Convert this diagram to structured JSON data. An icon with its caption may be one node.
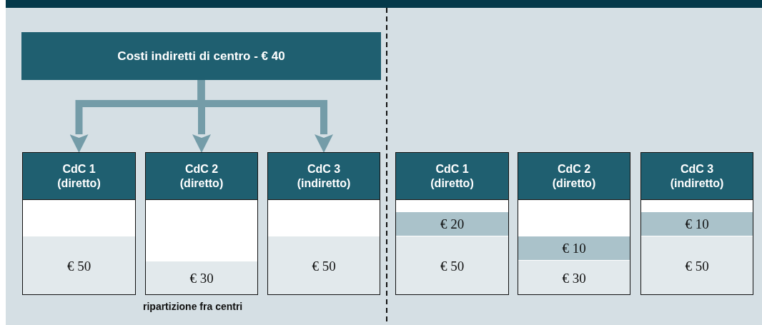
{
  "diagram": {
    "nodes": [
      {
        "text": [
          "Costi indiretti di centro - € 40"
        ]
      },
      {
        "text": [
          "CdC 1 (diretto)"
        ]
      },
      {
        "text": [
          "€ 50"
        ],
        "in": 1
      },
      {
        "text": [
          "CdC 2 (diretto)"
        ]
      },
      {
        "text": [
          "€ 30"
        ],
        "in": 3
      },
      {
        "text": [
          "CdC 3 (indiretto)"
        ]
      },
      {
        "text": [
          "€ 50"
        ],
        "in": 5
      },
      {
        "text": [
          "CdC 1 (diretto)"
        ]
      },
      {
        "text": [
          "€ 20"
        ],
        "in": 7
      },
      {
        "text": [
          "€ 50"
        ],
        "in": 7
      },
      {
        "text": [
          "CdC 2 (diretto)"
        ]
      },
      {
        "text": [
          "€ 10"
        ],
        "in": 10
      },
      {
        "text": [
          "€ 30"
        ],
        "in": 10
      },
      {
        "text": [
          "CdC 3 (indiretto)"
        ]
      },
      {
        "text": [
          "€ 10"
        ],
        "in": 13
      },
      {
        "text": [
          "€ 50"
        ],
        "in": 13
      }
    ],
    "edges": [
      {
        "from": 0,
        "to": 1,
        "arrow": "to"
      },
      {
        "from": 0,
        "to": 3,
        "arrow": "to"
      },
      {
        "from": 0,
        "to": 5,
        "arrow": "to"
      }
    ],
    "labels": [
      "ripartizione fra centri"
    ]
  }
}
